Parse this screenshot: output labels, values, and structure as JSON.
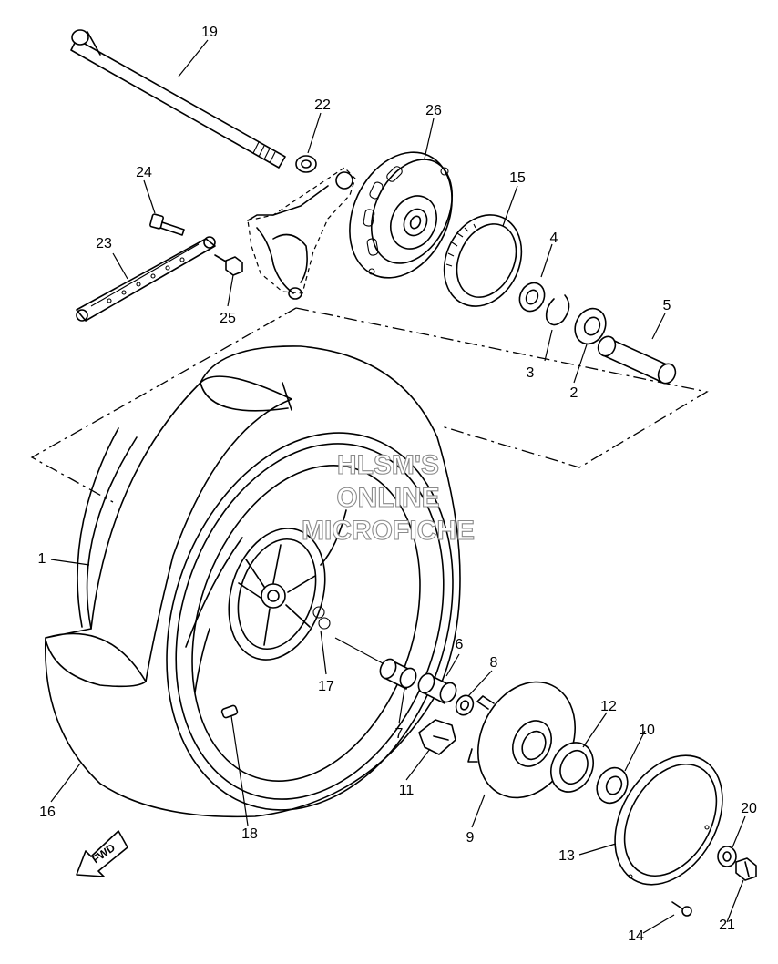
{
  "callouts": [
    "1",
    "2",
    "3",
    "5",
    "4",
    "15",
    "26",
    "22",
    "19",
    "24",
    "23",
    "25",
    "6",
    "8",
    "7",
    "17",
    "11",
    "9",
    "12",
    "10",
    "13",
    "14",
    "20",
    "21",
    "16",
    "18"
  ],
  "watermark": [
    "HLSM'S",
    "ONLINE",
    "MICROFICHE"
  ],
  "fwd_label": "FWD",
  "colors": {
    "line": "#000000",
    "watermark_outline": "#8a8a8a",
    "background": "#ffffff"
  }
}
